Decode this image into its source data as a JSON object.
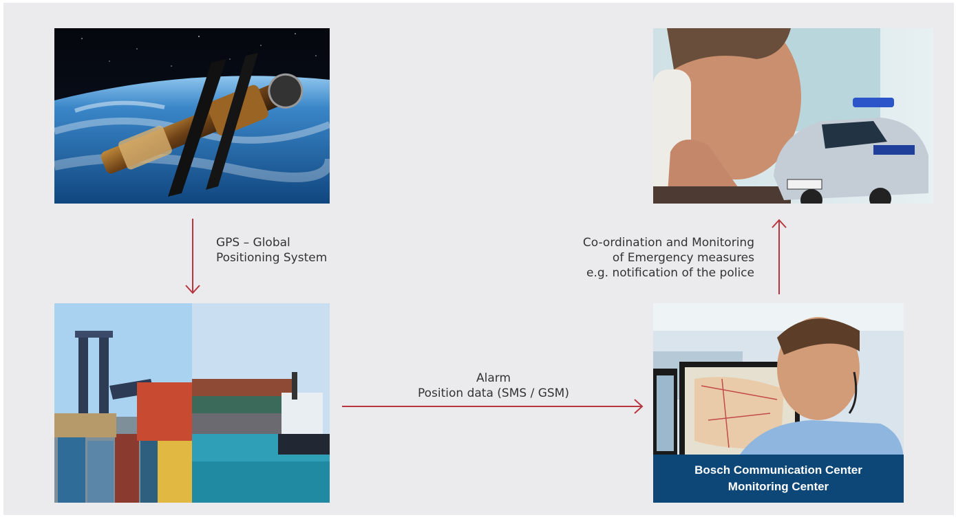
{
  "diagram": {
    "images": {
      "satellite": {
        "icon": "satellite-in-orbit-photo"
      },
      "containers": {
        "icon": "container-terminal-and-ship-photo"
      },
      "police": {
        "icon": "phone-call-and-police-car-photo"
      },
      "monitoring": {
        "icon": "operator-with-headset-photo",
        "banner_line1": "Bosch Communication Center",
        "banner_line2": "Monitoring Center"
      }
    },
    "labels": {
      "gps_line1": "GPS – Global",
      "gps_line2": "Positioning System",
      "alarm_line1": "Alarm",
      "alarm_line2": "Position data (SMS / GSM)",
      "coord_line1": "Co-ordination and Monitoring",
      "coord_line2": "of Emergency measures",
      "coord_line3": "e.g. notification of the police"
    },
    "colors": {
      "background": "#ebebed",
      "arrow": "#b8343f",
      "banner": "#0d4777",
      "text": "#333333"
    }
  }
}
